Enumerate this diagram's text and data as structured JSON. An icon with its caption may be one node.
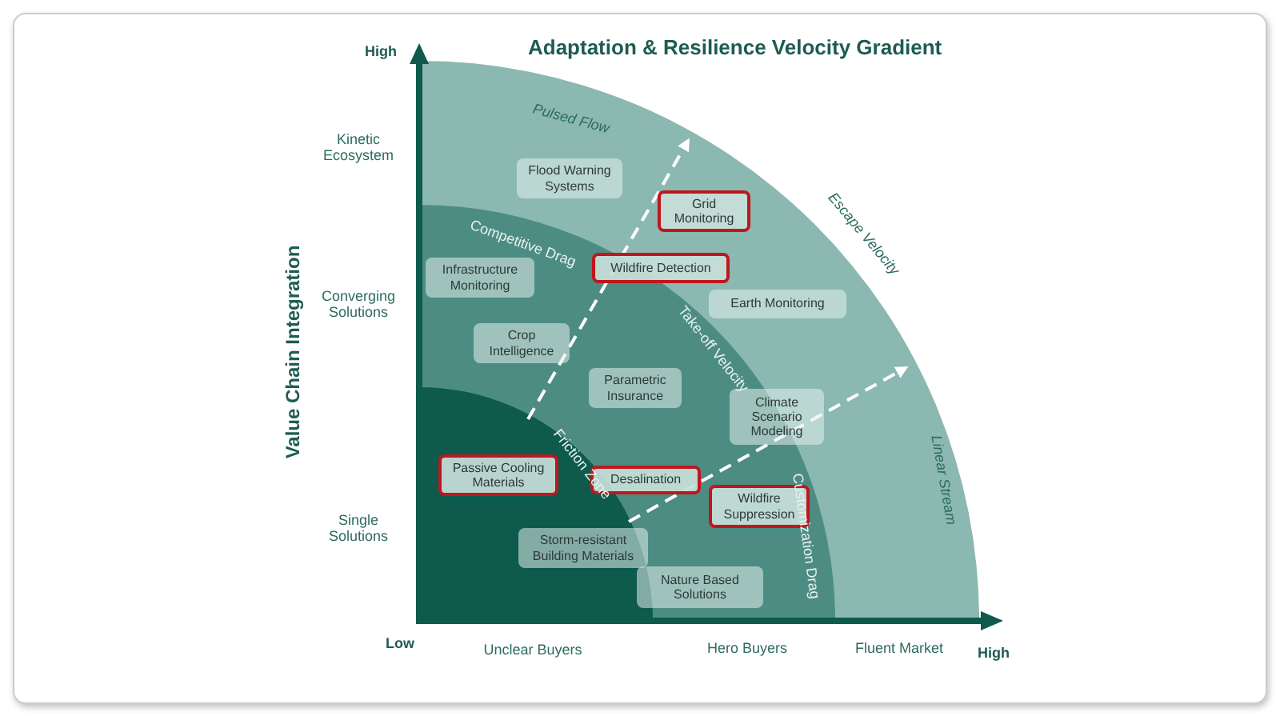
{
  "diagram": {
    "title": "Adaptation & Resilience Velocity Gradient",
    "nodes": [
      {
        "text": [
          "Flood Warning Systems"
        ]
      },
      {
        "text": [
          "Grid Monitoring"
        ]
      },
      {
        "text": [
          "Wildfire Detection"
        ]
      },
      {
        "text": [
          "Infrastructure Monitoring"
        ]
      },
      {
        "text": [
          "Earth Monitoring"
        ]
      },
      {
        "text": [
          "Crop Intelligence"
        ]
      },
      {
        "text": [
          "Parametric Insurance"
        ]
      },
      {
        "text": [
          "Climate Scenario Modeling"
        ]
      },
      {
        "text": [
          "Passive Cooling Materials"
        ]
      },
      {
        "text": [
          "Desalination"
        ]
      },
      {
        "text": [
          "Wildfire Suppression"
        ]
      },
      {
        "text": [
          "Storm-resistant Building Materials"
        ]
      },
      {
        "text": [
          "Nature Based Solutions"
        ]
      }
    ],
    "edges": [],
    "labels": [
      "High",
      "Pulsed Flow",
      "Kinetic Ecosystem",
      "Escape Velocity",
      "Competitive Drag",
      "Value Chain Integration",
      "Converging Solutions",
      "Take-off Velocity",
      "Friction Zone",
      "Linear Stream",
      "Customization Drag",
      "Single Solutions",
      "Low",
      "Unclear Buyers",
      "Hero Buyers",
      "Fluent Market",
      "High"
    ]
  }
}
